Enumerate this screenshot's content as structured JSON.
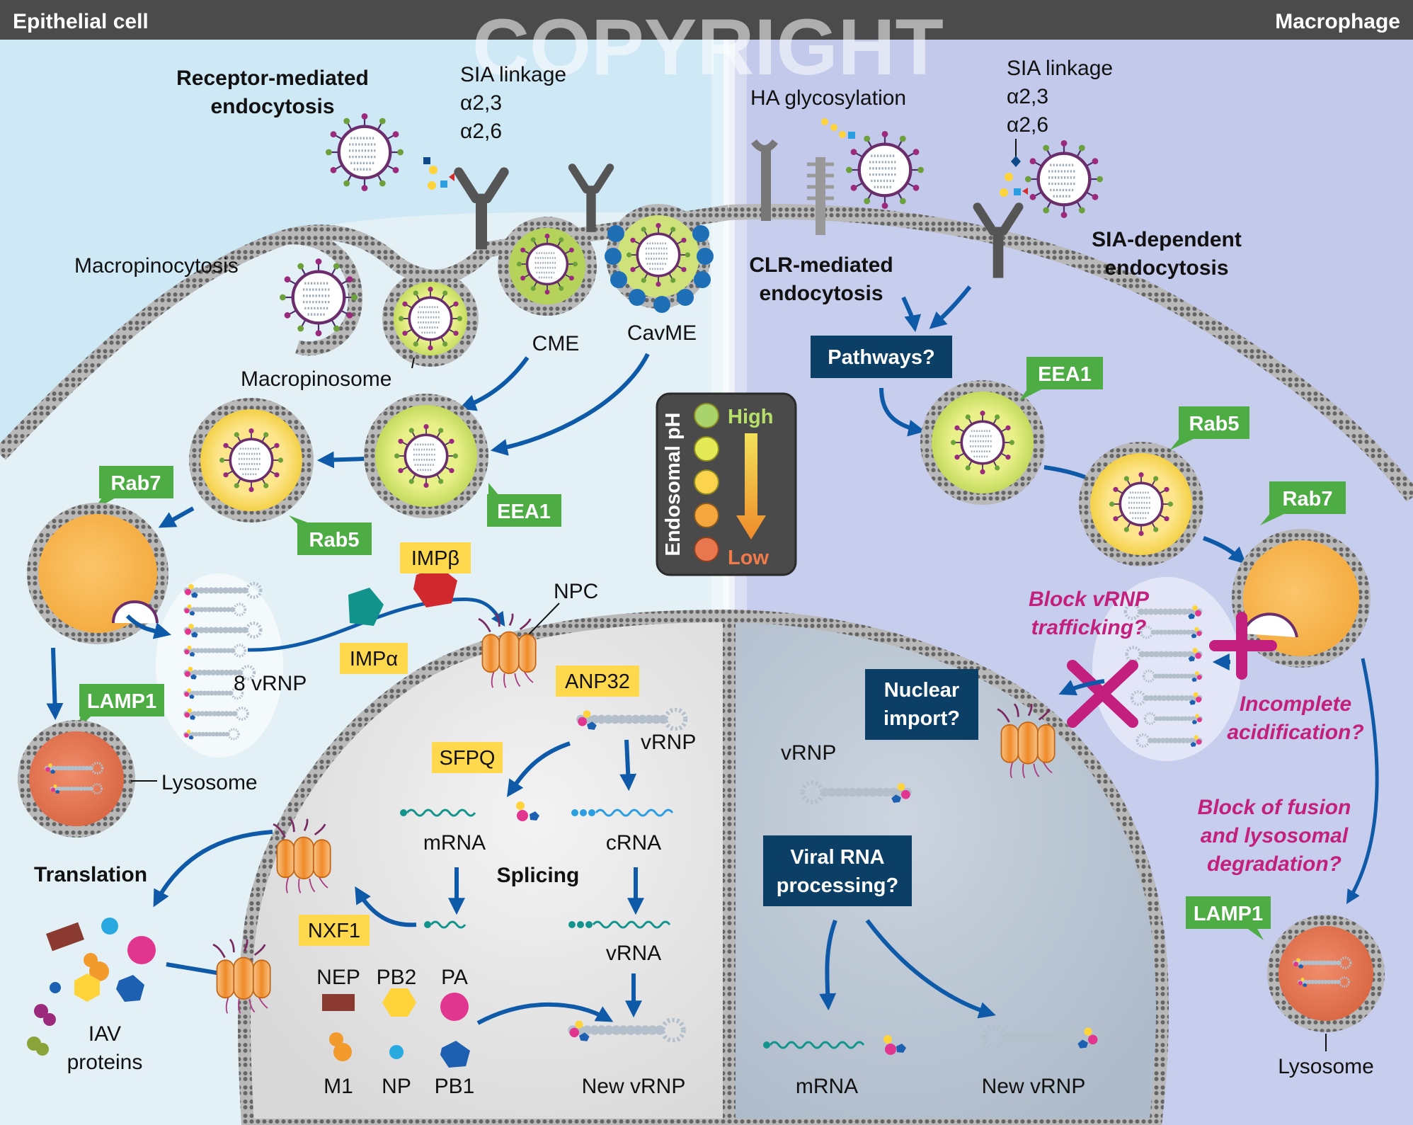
{
  "header": {
    "left_title": "Epithelial cell",
    "right_title": "Macrophage",
    "watermark": "COPYRIGHT"
  },
  "colors": {
    "header_bg": "#4b4b4b",
    "epithelial_bg": "#cfe8f6",
    "macrophage_bg": "#c2c9ea",
    "green_tag": "#4eac45",
    "yellow_tag": "#ffd84e",
    "navy_box": "#0c3f66",
    "arrow": "#0f5aa8",
    "magenta": "#c21f7e"
  },
  "left": {
    "receptor_mediated": [
      "Receptor-mediated",
      "endocytosis"
    ],
    "sia_linkage": [
      "SIA linkage",
      "α2,3",
      "α2,6"
    ],
    "macropinocytosis": "Macropinocytosis",
    "macropinosome": "Macropinosome",
    "cme": "CME",
    "cavme": "CavME",
    "eea1": "EEA1",
    "rab5": "Rab5",
    "rab7": "Rab7",
    "lamp1": "LAMP1",
    "lysosome": "Lysosome",
    "vrnp8": "8 vRNP",
    "imp_beta": "IMPβ",
    "imp_alpha": "IMPα",
    "npc": "NPC",
    "anp32": "ANP32",
    "vrnp": "vRNP",
    "sfpq": "SFPQ",
    "mrna": "mRNA",
    "crna": "cRNA",
    "splicing": "Splicing",
    "translation": "Translation",
    "nxf1": "NXF1",
    "vrna": "vRNA",
    "new_vrnp": "New vRNP",
    "iav_proteins": [
      "IAV",
      "proteins"
    ],
    "proteins": {
      "nep": "NEP",
      "pb2": "PB2",
      "pa": "PA",
      "m1": "M1",
      "np": "NP",
      "pb1": "PB1"
    }
  },
  "ph_legend": {
    "title": "Endosomal pH",
    "high": "High",
    "low": "Low",
    "dot_colors": [
      "#a9d46b",
      "#e4ea55",
      "#fcd34d",
      "#f5a63c",
      "#e8774e"
    ]
  },
  "right": {
    "ha_glycosylation": "HA glycosylation",
    "sia_linkage": [
      "SIA linkage",
      "α2,3",
      "α2,6"
    ],
    "clr_mediated": [
      "CLR-mediated",
      "endocytosis"
    ],
    "sia_dependent": [
      "SIA-dependent",
      "endocytosis"
    ],
    "pathways": "Pathways?",
    "eea1": "EEA1",
    "rab5": "Rab5",
    "rab7": "Rab7",
    "block_vrnp": [
      "Block vRNP",
      "trafficking?"
    ],
    "incomplete_acidification": [
      "Incomplete",
      "acidification?"
    ],
    "nuclear_import": [
      "Nuclear",
      "import?"
    ],
    "vrnp": "vRNP",
    "viral_rna_processing": [
      "Viral RNA",
      "processing?"
    ],
    "block_fusion": [
      "Block of fusion",
      "and lysosomal",
      "degradation?"
    ],
    "lamp1": "LAMP1",
    "lysosome": "Lysosome",
    "mrna": "mRNA",
    "new_vrnp": "New vRNP"
  }
}
